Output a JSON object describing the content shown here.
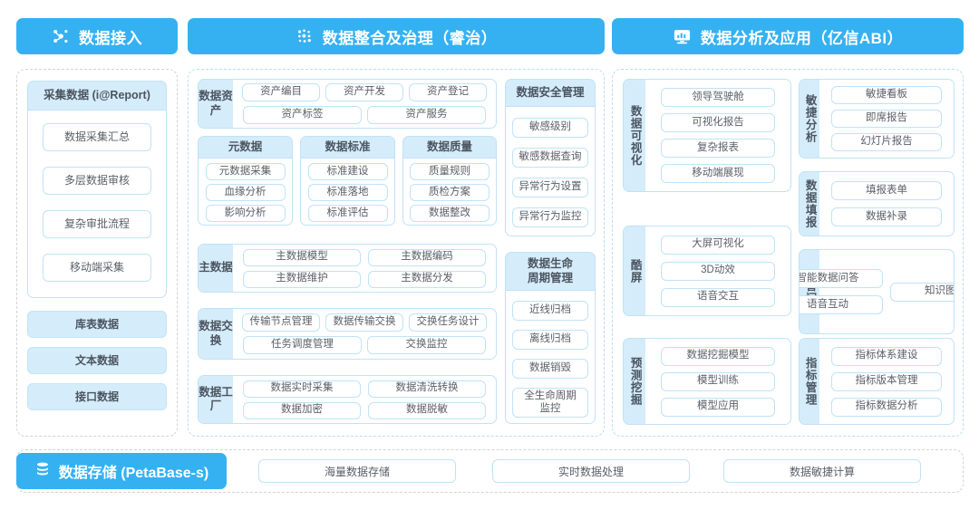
{
  "headers": [
    {
      "title": "数据接入",
      "icon": "nodes-network-icon"
    },
    {
      "title": "数据整合及治理（睿治）",
      "icon": "data-dots-icon"
    },
    {
      "title": "数据分析及应用（亿信ABI）",
      "icon": "monitor-chart-icon"
    }
  ],
  "colors": {
    "brand": "#35b1f2",
    "panel_fill": "#d5ecfa",
    "border": "#bfe3f7",
    "dash_gray": "#cfd4d8",
    "dash_blue": "#b7def5",
    "text": "#5a6068"
  },
  "col1": {
    "card": {
      "title": "采集数据 (i@Report)",
      "items": [
        "数据采集汇总",
        "多层数据审核",
        "复杂审批流程",
        "移动端采集"
      ]
    },
    "standalone": [
      "库表数据",
      "文本数据",
      "接口数据"
    ]
  },
  "col2": {
    "groups": [
      {
        "label": "数据资产",
        "rows": [
          [
            "资产编目",
            "资产开发",
            "资产登记"
          ],
          [
            "资产标签",
            "资产服务"
          ]
        ]
      },
      {
        "label": "主数据",
        "rows": [
          [
            "主数据模型",
            "主数据编码"
          ],
          [
            "主数据维护",
            "主数据分发"
          ]
        ]
      },
      {
        "label": "数据交换",
        "rows": [
          [
            "传输节点管理",
            "数据传输交换",
            "交换任务设计"
          ],
          [
            "任务调度管理",
            "交换监控"
          ]
        ]
      },
      {
        "label": "数据工厂",
        "rows": [
          [
            "数据实时采集",
            "数据清洗转换"
          ],
          [
            "数据加密",
            "数据脱敏"
          ]
        ]
      }
    ],
    "cards": [
      {
        "title": "元数据",
        "items": [
          "元数据采集",
          "血缘分析",
          "影响分析"
        ]
      },
      {
        "title": "数据标准",
        "items": [
          "标准建设",
          "标准落地",
          "标准评估"
        ]
      },
      {
        "title": "数据质量",
        "items": [
          "质量规则",
          "质检方案",
          "数据整改"
        ]
      }
    ],
    "rightcards": [
      {
        "title": "数据安全管理",
        "items": [
          "敏感级别",
          "敏感数据查询",
          "异常行为设置",
          "异常行为监控"
        ]
      },
      {
        "title": "数据生命\n周期管理",
        "title_l1": "数据生命",
        "title_l2": "周期管理",
        "items": [
          "近线归档",
          "离线归档",
          "数据销毁",
          "全生命周期\n监控"
        ]
      }
    ]
  },
  "col3": {
    "left_groups": [
      {
        "label": "数据可视化",
        "items": [
          "领导驾驶舱",
          "可视化报告",
          "复杂报表",
          "移动端展现"
        ]
      },
      {
        "label": "酷屏",
        "items": [
          "大屏可视化",
          "3D动效",
          "语音交互"
        ]
      },
      {
        "label": "预测挖掘",
        "items": [
          "数据挖掘模型",
          "模型训练",
          "模型应用"
        ]
      }
    ],
    "right_groups": [
      {
        "label": "敏捷分析",
        "items": [
          "敏捷看板",
          "即席报告",
          "幻灯片报告"
        ]
      },
      {
        "label": "数据填报",
        "items": [
          "填报表单",
          "数据补录"
        ]
      },
      {
        "label": "智问",
        "items": [
          "智能数据问答",
          "语音互动",
          "知识图谱"
        ]
      },
      {
        "label": "指标管理",
        "items": [
          "指标体系建设",
          "指标版本管理",
          "指标数据分析"
        ]
      }
    ]
  },
  "bottom": {
    "pill": {
      "title": "数据存储 (PetaBase-s)",
      "icon": "database-icon"
    },
    "items": [
      "海量数据存储",
      "实时数据处理",
      "数据敏捷计算"
    ]
  }
}
